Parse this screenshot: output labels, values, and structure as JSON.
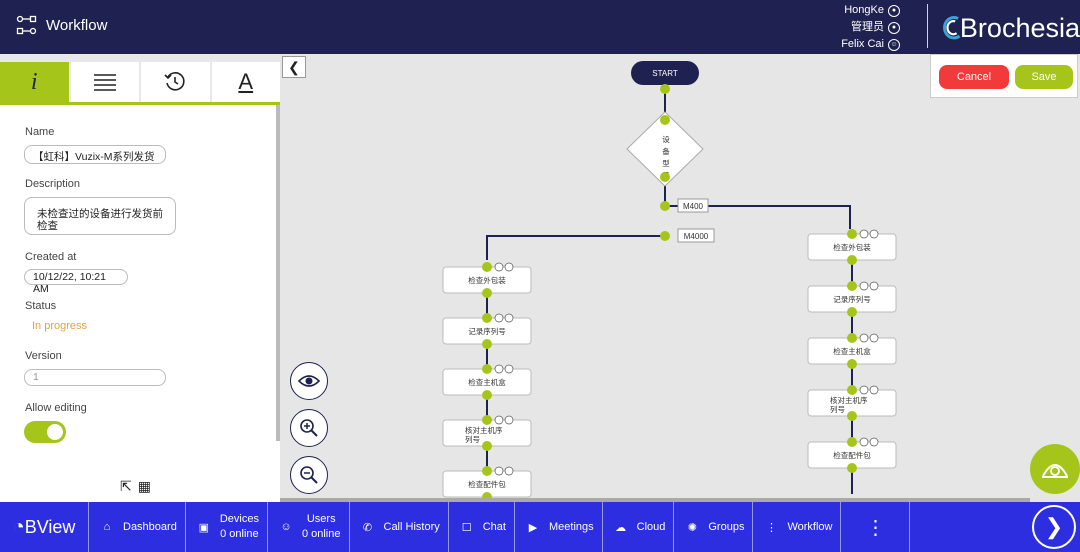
{
  "header": {
    "title": "Workflow",
    "users": [
      "HongKe",
      "管理员",
      "Felix Cai"
    ],
    "brand": "Brochesia"
  },
  "tabs": [
    {
      "name": "info",
      "icon": "info-icon",
      "active": true
    },
    {
      "name": "list",
      "icon": "list-icon"
    },
    {
      "name": "history",
      "icon": "history-icon"
    },
    {
      "name": "text",
      "icon": "text-format-icon"
    }
  ],
  "details": {
    "name_label": "Name",
    "name_value": "【虹科】Vuzix-M系列发货",
    "description_label": "Description",
    "description_value": "未检查过的设备进行发货前检查",
    "created_label": "Created at",
    "created_value": "10/12/22, 10:21 AM",
    "status_label": "Status",
    "status_value": "In progress",
    "version_label": "Version",
    "version_value": "1",
    "editing_label": "Allow editing",
    "editing_enabled": true
  },
  "canvas": {
    "cancel_label": "Cancel",
    "save_label": "Save",
    "start_label": "START",
    "decision_label": "设备型号",
    "branch_a": "M400",
    "branch_b": "M4000",
    "left_steps": [
      "检查外包装",
      "记录序列号",
      "检查主机盒",
      "核对主机序列号",
      "检查配件包"
    ],
    "right_steps": [
      "检查外包装",
      "记录序列号",
      "检查主机盒",
      "核对主机序列号",
      "检查配件包"
    ]
  },
  "navbar": {
    "logo": "BView",
    "items": [
      {
        "label": "Dashboard"
      },
      {
        "label": "Devices",
        "sub": "0 online"
      },
      {
        "label": "Users",
        "sub": "0 online"
      },
      {
        "label": "Call History"
      },
      {
        "label": "Chat"
      },
      {
        "label": "Meetings"
      },
      {
        "label": "Cloud"
      },
      {
        "label": "Groups"
      },
      {
        "label": "Workflow"
      }
    ]
  },
  "colors": {
    "header_bg": "#1f2150",
    "accent": "#a6c51a",
    "nav_bg": "#2c2ee0",
    "cancel": "#f23a3a",
    "status": "#e7a13a"
  }
}
